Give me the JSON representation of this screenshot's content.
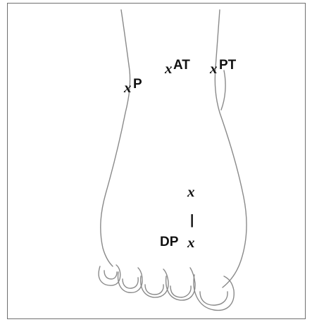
{
  "figure": {
    "labels": {
      "p": "P",
      "at": "AT",
      "pt": "PT",
      "dp": "DP"
    },
    "marker_glyph": "x",
    "dp_connector": "|"
  }
}
